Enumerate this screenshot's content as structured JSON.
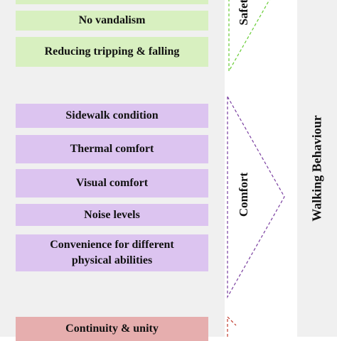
{
  "items": {
    "top_partial": "",
    "no_vandalism": "No vandalism",
    "reducing_tripping": "Reducing tripping & falling",
    "sidewalk_condition": "Sidewalk condition",
    "thermal_comfort": "Thermal comfort",
    "visual_comfort": "Visual comfort",
    "noise_levels": "Noise levels",
    "convenience_line1": "Convenience for different",
    "convenience_line2": "physical abilities",
    "continuity_unity": "Continuity & unity"
  },
  "groups": {
    "safety": "Safety",
    "comfort": "Comfort"
  },
  "outcome": "Walking Behaviour",
  "colors": {
    "green_box": "#d8f0c0",
    "purple_box": "#dcc4f0",
    "red_box": "#e6aeae",
    "green_line": "#66cc33",
    "purple_line": "#7a3fa0",
    "red_line": "#c0392b"
  }
}
